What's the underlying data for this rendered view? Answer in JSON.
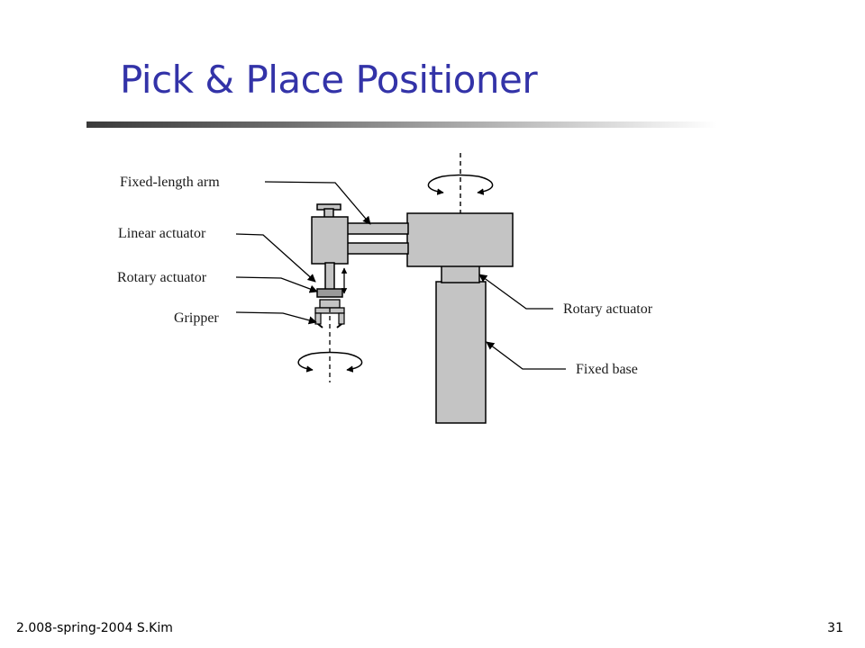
{
  "slide": {
    "title": "Pick & Place Positioner",
    "footer_left": "2.008-spring-2004  S.Kim",
    "page_number": "31"
  },
  "diagram": {
    "labels": {
      "fixed_length_arm": "Fixed-length arm",
      "linear_actuator": "Linear actuator",
      "rotary_actuator_left": "Rotary actuator",
      "gripper": "Gripper",
      "rotary_actuator_right": "Rotary actuator",
      "fixed_base": "Fixed base"
    }
  }
}
